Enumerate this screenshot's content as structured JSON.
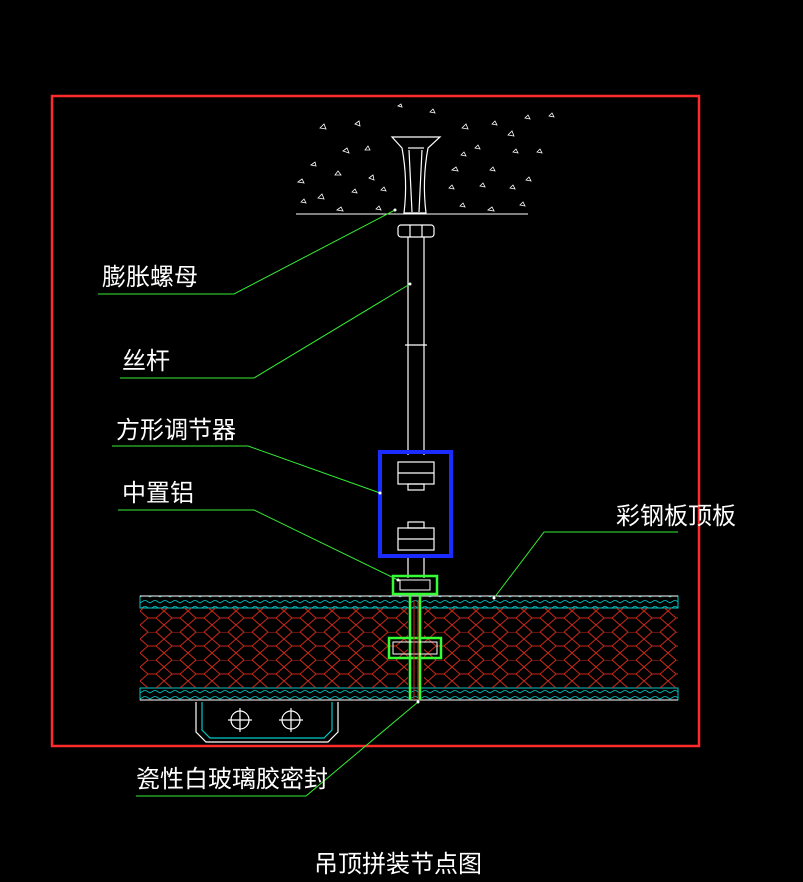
{
  "drawing": {
    "title": "吊顶拼装节点图",
    "labels": {
      "expansion_nut": "膨胀螺母",
      "threaded_rod": "丝杆",
      "square_adjuster": "方形调节器",
      "center_aluminum": "中置铝",
      "color_steel_panel": "彩钢板顶板",
      "glass_sealant": "瓷性白玻璃胶密封"
    },
    "colors": {
      "background": "#000000",
      "frame": "#ff2a2a",
      "leader": "#33ee33",
      "adjuster": "#1a2cff",
      "panel_skin": "#00c8c8",
      "honeycomb": "#cc2a1a",
      "aluminum": "#33ff33",
      "line": "#ffffff",
      "text": "#ffffff"
    }
  }
}
